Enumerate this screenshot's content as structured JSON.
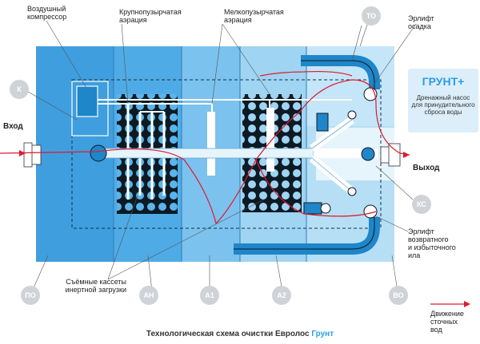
{
  "labels": {
    "compressor": [
      "Воздушный",
      "компрессор"
    ],
    "coarse_aeration": [
      "Крупнопузырчатая",
      "аэрация"
    ],
    "fine_aeration": [
      "Мелкопузырчатая",
      "аэрация"
    ],
    "sludge_airlift": [
      "Эрлифт",
      "осадка"
    ],
    "inlet": "Вход",
    "outlet": "Выход",
    "return_airlift": [
      "Эрлифт",
      "возвратного",
      "и избыточного",
      "ила"
    ],
    "cassettes": [
      "Съёмные кассеты",
      "инертной загрузки"
    ],
    "flow_legend": [
      "Движение",
      "сточных",
      "вод"
    ]
  },
  "badges": {
    "to": "ТО",
    "k": "К",
    "ks": "КС",
    "po": "ПО",
    "an": "АН",
    "a1": "А1",
    "a2": "А2",
    "vo": "ВО"
  },
  "grunt": {
    "title": "ГРУНТ+",
    "text": "Дренажный насос для принудительного сброса воды"
  },
  "caption": {
    "main": "Технологическая схема очистки Евролос",
    "accent": "Грунт"
  },
  "colors": {
    "tank_dark": "#3f9ede",
    "tank_mid": "#5bb4ea",
    "tank_light": "#8fcbef",
    "tank_pale": "#b6dff5",
    "pipe": "#1f86c9",
    "flow": "#e0192f",
    "accent": "#2a9de8"
  }
}
